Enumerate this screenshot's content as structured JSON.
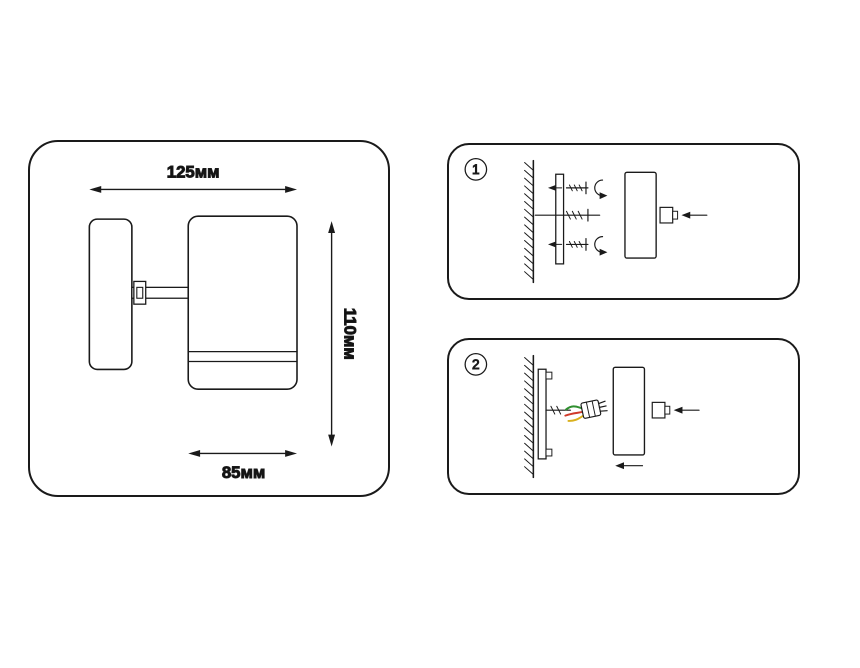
{
  "dimensions": {
    "width_label": "125мм",
    "height_label": "110мм",
    "diameter_label": "85мм"
  },
  "steps": [
    {
      "number": "1"
    },
    {
      "number": "2"
    }
  ],
  "colors": {
    "ink": "#1a1a1a",
    "wire_green": "#2f8f2f",
    "wire_red": "#d03a2a",
    "wire_yellow": "#d9b01c"
  }
}
